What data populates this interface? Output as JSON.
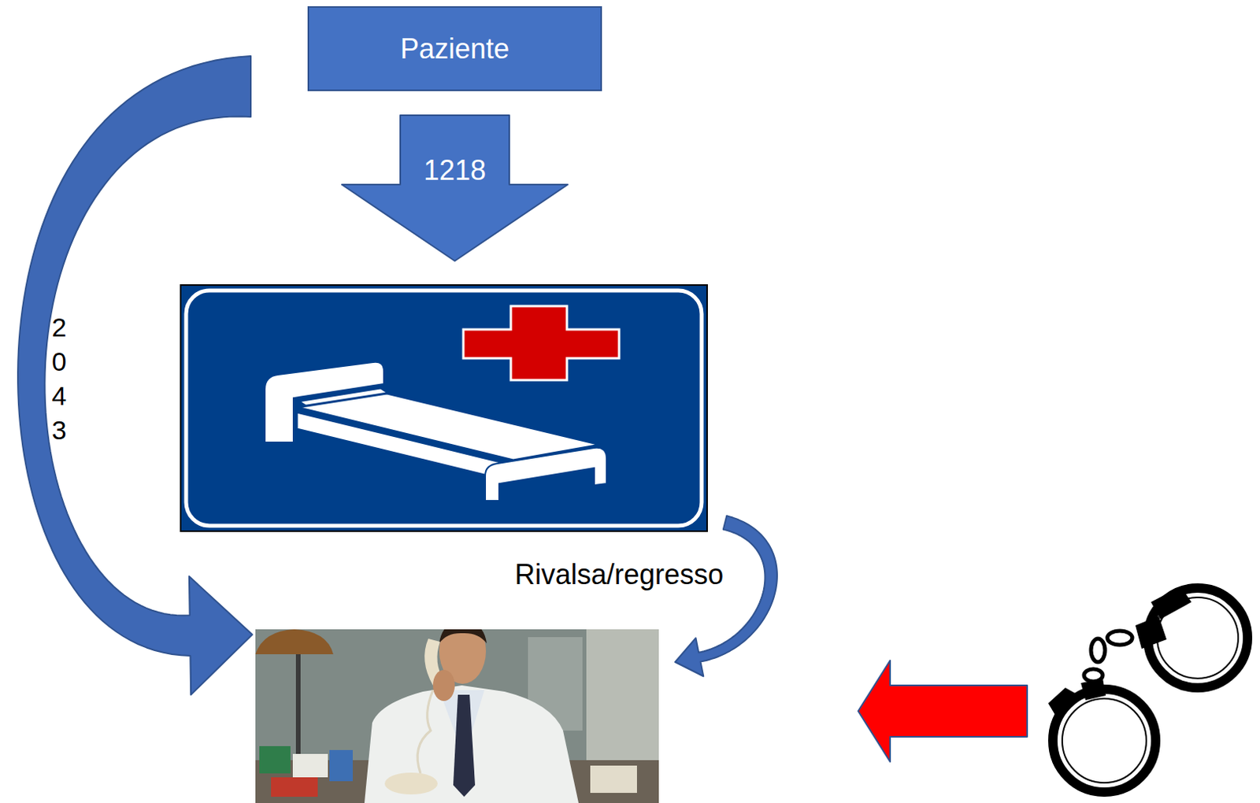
{
  "diagram": {
    "nodes": [
      {
        "text": [
          "Paziente"
        ]
      },
      {
        "text": []
      },
      {
        "text": []
      },
      {
        "text": []
      }
    ],
    "edges": [
      {
        "from": 0,
        "to": 1,
        "label": "1218",
        "arrow": "to"
      },
      {
        "from": 0,
        "to": 2,
        "label": "2043",
        "arrow": "to"
      },
      {
        "from": 1,
        "to": 2,
        "label": "Rivalsa/regresso",
        "arrow": "to"
      },
      {
        "from": 3,
        "to": 2,
        "arrow": "to"
      }
    ]
  }
}
